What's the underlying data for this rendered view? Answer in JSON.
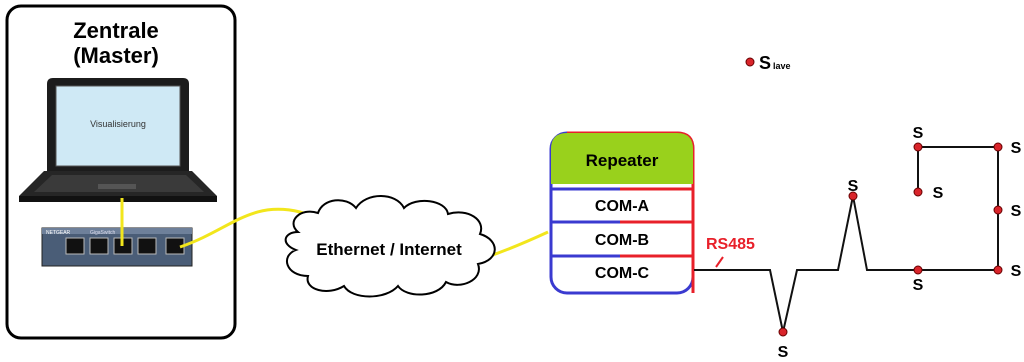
{
  "master": {
    "title_line1": "Zentrale",
    "title_line2": "(Master)"
  },
  "laptop": {
    "screen_label": "Visualisierung"
  },
  "switch": {
    "brand": "NETGEAR",
    "model": "GigaSwitch"
  },
  "cloud": {
    "label": "Ethernet / Internet"
  },
  "repeater": {
    "header": "Repeater",
    "ports": [
      "COM-A",
      "COM-B",
      "COM-C"
    ],
    "header_color": "#99d11c",
    "border_color": "#e8202a",
    "port_border_color": "#3a3ad0"
  },
  "bus": {
    "label": "RS485",
    "label_color": "#e8202a"
  },
  "legend": {
    "dot_label_big": "S",
    "dot_label_small": "lave"
  },
  "slaves": {
    "label": "S"
  },
  "colors": {
    "cable": "#f2e61c",
    "slave_dot": "#d9242a",
    "line": "#111111"
  }
}
